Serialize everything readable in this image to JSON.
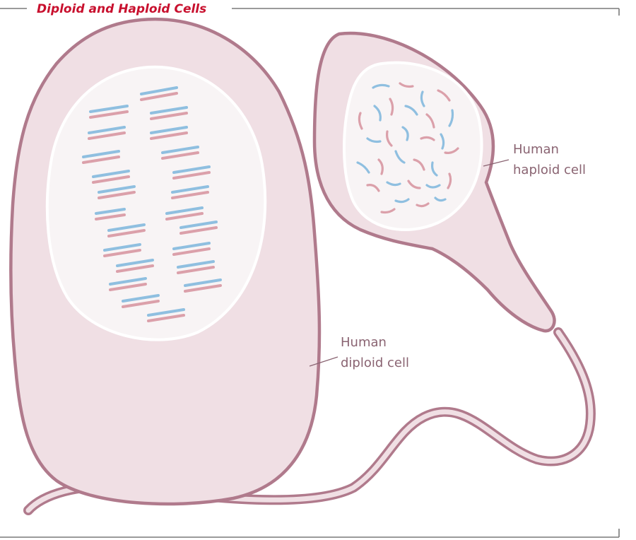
{
  "title": "Diploid and Haploid Cells",
  "labels": {
    "diploid_line1": "Human",
    "diploid_line2": "diploid cell",
    "haploid_line1": "Human",
    "haploid_line2": "haploid cell"
  },
  "colors": {
    "title": "#c8102e",
    "frame": "#7a7a7a",
    "cell_fill": "#f0dfe4",
    "cell_outline": "#b07a8c",
    "nucleus_fill": "#f8f4f5",
    "nucleus_outline": "#ffffff",
    "chromosome_blue": "#8fbfe0",
    "chromosome_pink": "#dba0aa",
    "label": "#8a6472",
    "leader": "#8a6472"
  }
}
